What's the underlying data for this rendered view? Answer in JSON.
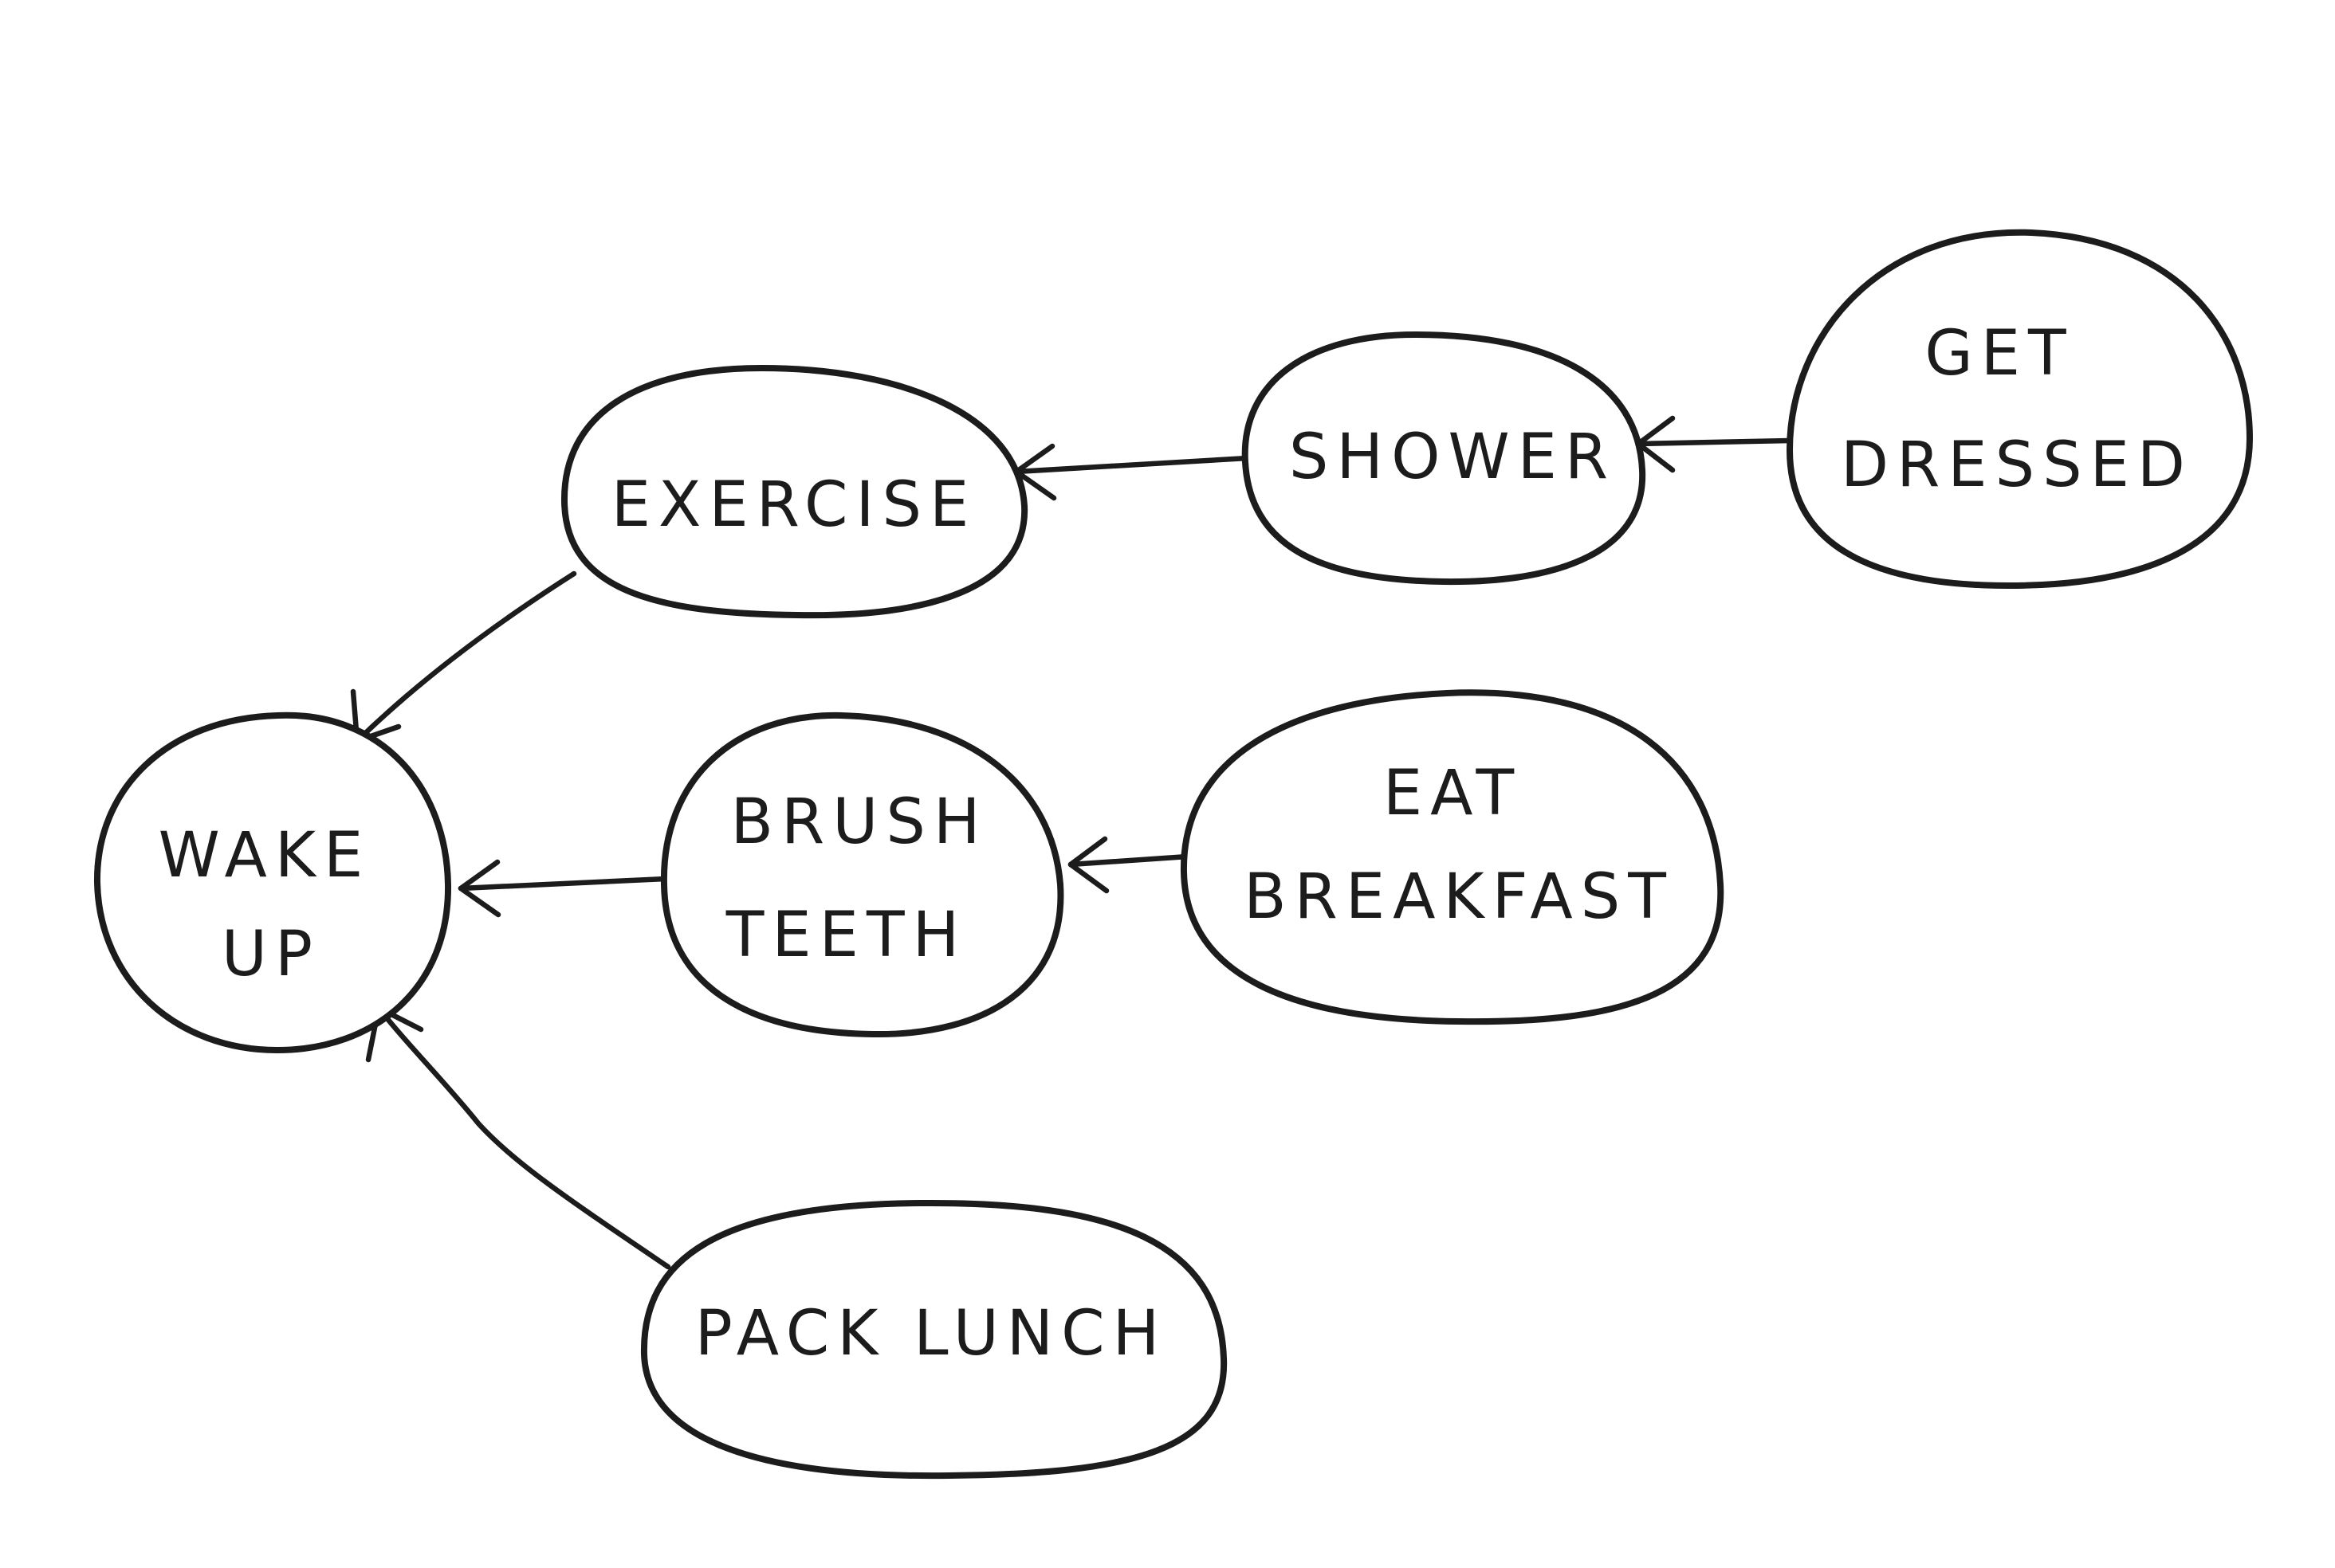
{
  "nodes": {
    "wake_up": {
      "label_line1": "WAKE",
      "label_line2": "UP"
    },
    "exercise": {
      "label_line1": "EXERCISE"
    },
    "shower": {
      "label_line1": "SHOWER"
    },
    "get_dressed": {
      "label_line1": "GET",
      "label_line2": "DRESSED"
    },
    "brush_teeth": {
      "label_line1": "BRUSH",
      "label_line2": "TEETH"
    },
    "eat_breakfast": {
      "label_line1": "EAT",
      "label_line2": "BREAKFAST"
    },
    "pack_lunch": {
      "label_line1": "PACK LUNCH"
    }
  },
  "colors": {
    "ink": "#1c1c1c",
    "paper": "#ffffff"
  }
}
